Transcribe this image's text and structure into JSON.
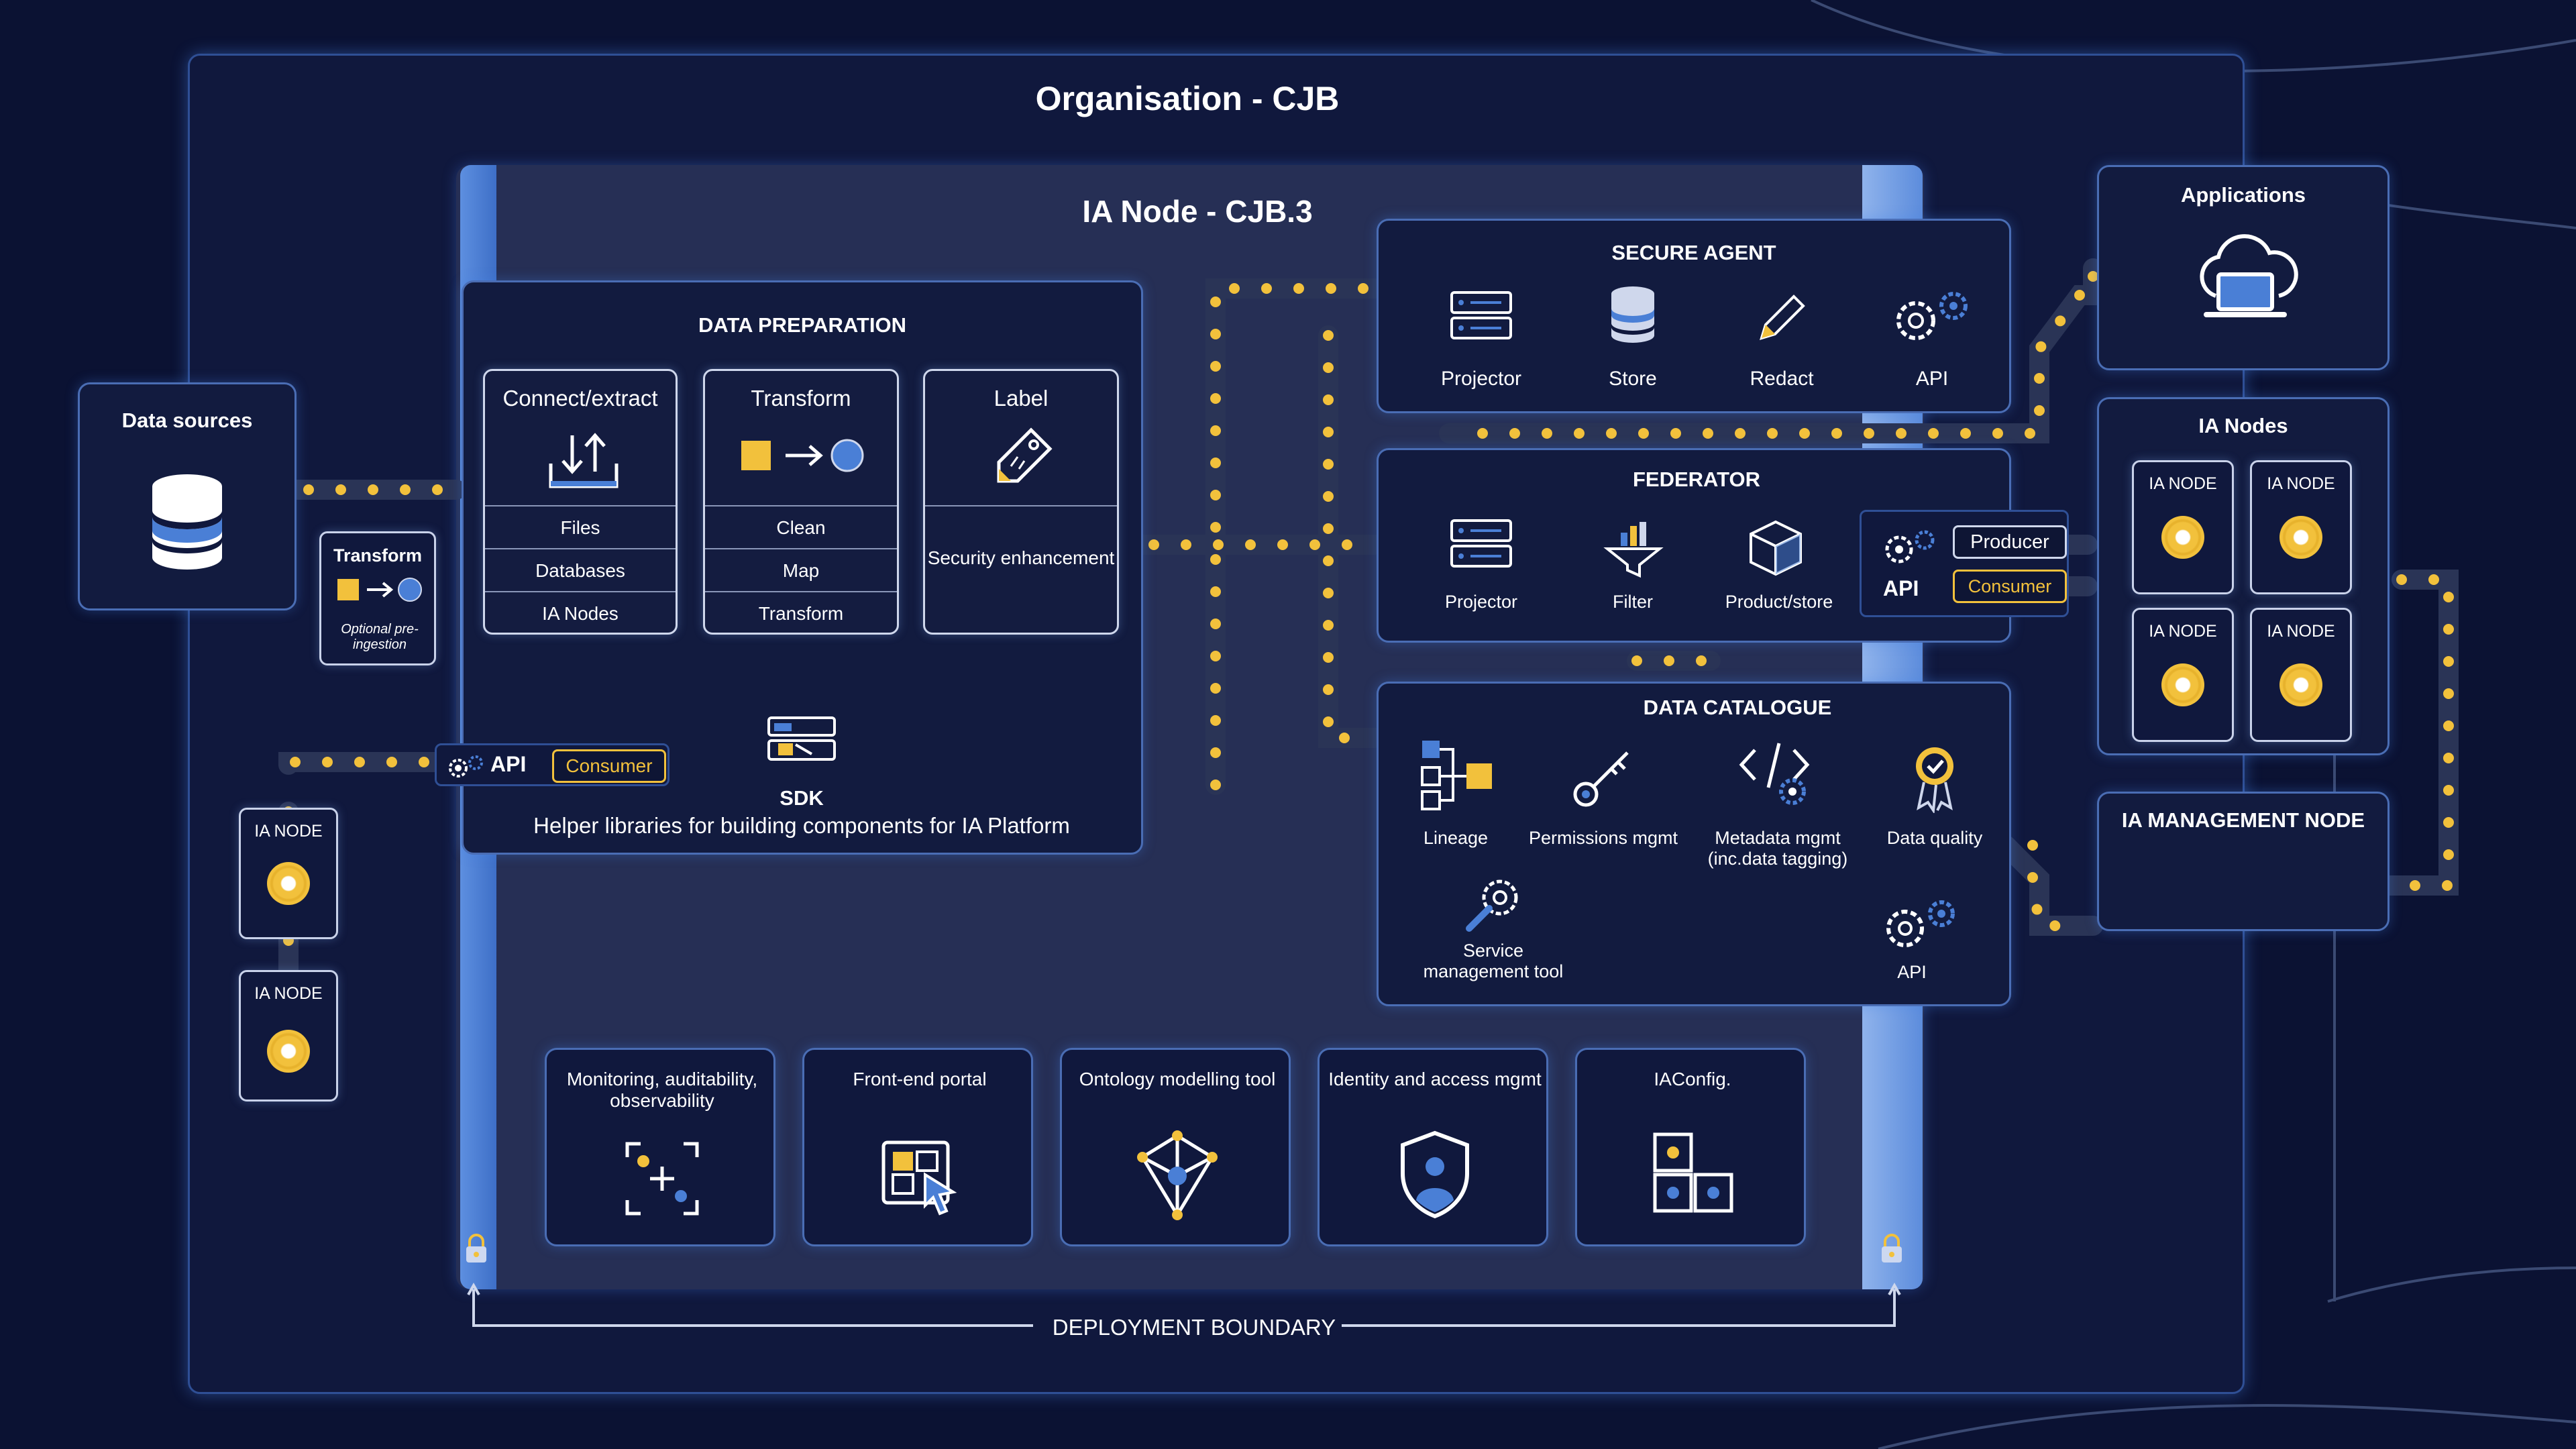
{
  "organisation_title": "Organisation - CJB",
  "ia_node_title": "IA Node - CJB.3",
  "data_sources": {
    "title": "Data sources"
  },
  "transform_small": {
    "title": "Transform",
    "note": "Optional pre-ingestion"
  },
  "data_preparation": {
    "title": "DATA PREPARATION",
    "cards": [
      {
        "title": "Connect/extract",
        "rows": [
          "Files",
          "Databases",
          "IA Nodes"
        ]
      },
      {
        "title": "Transform",
        "rows": [
          "Clean",
          "Map",
          "Transform"
        ]
      },
      {
        "title": "Label",
        "rows": [
          "Security enhancement"
        ]
      }
    ]
  },
  "left_api": {
    "label": "API",
    "tag": "Consumer"
  },
  "left_nodes": [
    "IA NODE",
    "IA NODE"
  ],
  "sdk": {
    "title": "SDK",
    "description": "Helper libraries for building components for IA Platform"
  },
  "secure_agent": {
    "title": "SECURE AGENT",
    "items": [
      "Projector",
      "Store",
      "Redact",
      "API"
    ]
  },
  "federator": {
    "title": "FEDERATOR",
    "items": [
      "Projector",
      "Filter",
      "Product/store"
    ]
  },
  "federator_api": {
    "label": "API",
    "producer": "Producer",
    "consumer": "Consumer"
  },
  "data_catalogue": {
    "title": "DATA CATALOGUE",
    "items": [
      "Lineage",
      "Permissions mgmt",
      "Metadata mgmt (inc.data tagging)",
      "Data quality",
      "Service management tool",
      "API"
    ]
  },
  "applications": {
    "title": "Applications"
  },
  "ia_nodes_group": {
    "title": "IA Nodes",
    "nodes": [
      "IA NODE",
      "IA NODE",
      "IA NODE",
      "IA NODE"
    ]
  },
  "management_node": {
    "title": "IA MANAGEMENT NODE"
  },
  "bottom_tools": [
    "Monitoring, auditability, observability",
    "Front-end portal",
    "Ontology modelling tool",
    "Identity and access mgmt",
    "IAConfig."
  ],
  "deployment_boundary": "DEPLOYMENT BOUNDARY",
  "colors": {
    "background": "#0b1233",
    "accent_yellow": "#f2c13c",
    "accent_blue": "#4a7fd6",
    "panel": "#10183d"
  }
}
